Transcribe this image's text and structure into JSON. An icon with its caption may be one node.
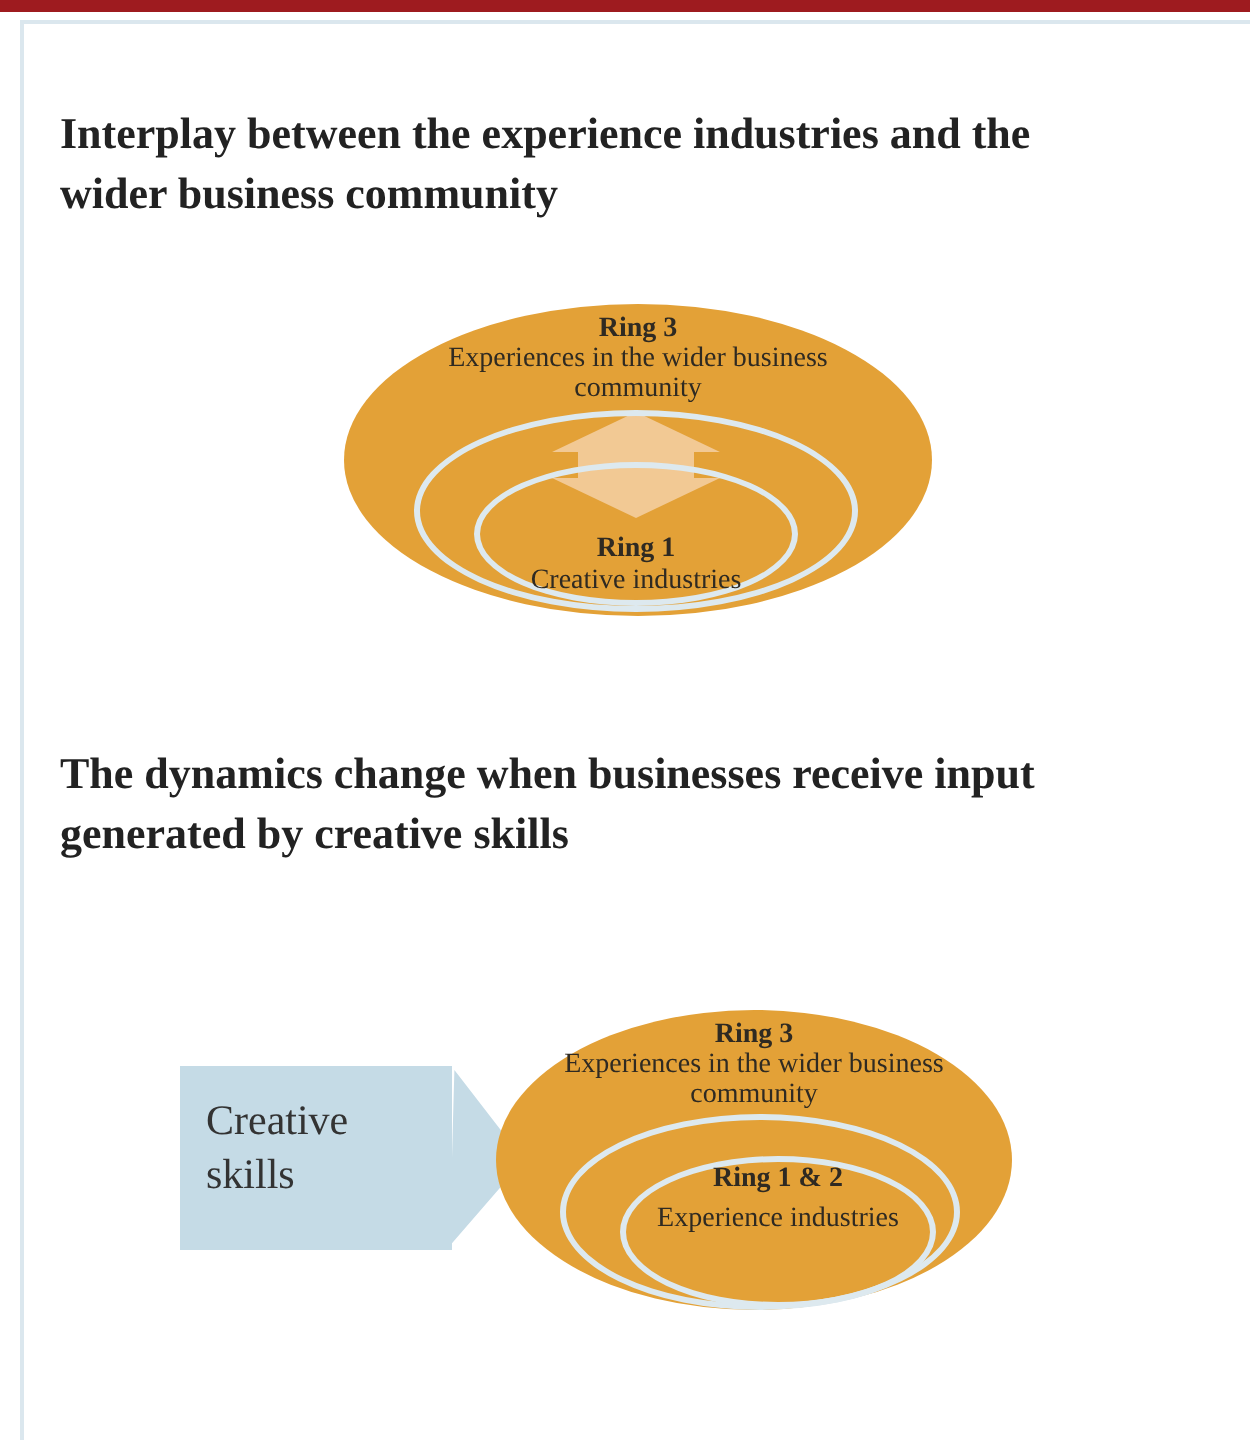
{
  "diagram": {
    "nodes": [
      {
        "text": [
          "Ring 3",
          "Experiences in the wider business community"
        ]
      },
      {
        "text": [],
        "shape": "circle",
        "in": 0
      },
      {
        "text": [
          "Ring 1",
          "Creative industries"
        ],
        "in": 1
      },
      {
        "text": [
          "Creative skills"
        ]
      },
      {
        "text": [
          "Ring 3",
          "Experiences in the wider business community"
        ]
      },
      {
        "text": [],
        "shape": "circle",
        "in": 4
      },
      {
        "text": [
          "Ring 1 & 2",
          "Experience industries"
        ],
        "in": 5
      }
    ],
    "edges": [
      {
        "from": 2,
        "to": 1,
        "arrow": "both",
        "style": "thick",
        "color": "#f2c994"
      },
      {
        "from": 3,
        "to": 4,
        "arrow": "to",
        "style": "thick",
        "color": "#c5dbe6"
      }
    ],
    "labels": [
      "Interplay between the experience industries and the wider business community",
      "The dynamics change when businesses receive input generated by creative skills"
    ]
  }
}
